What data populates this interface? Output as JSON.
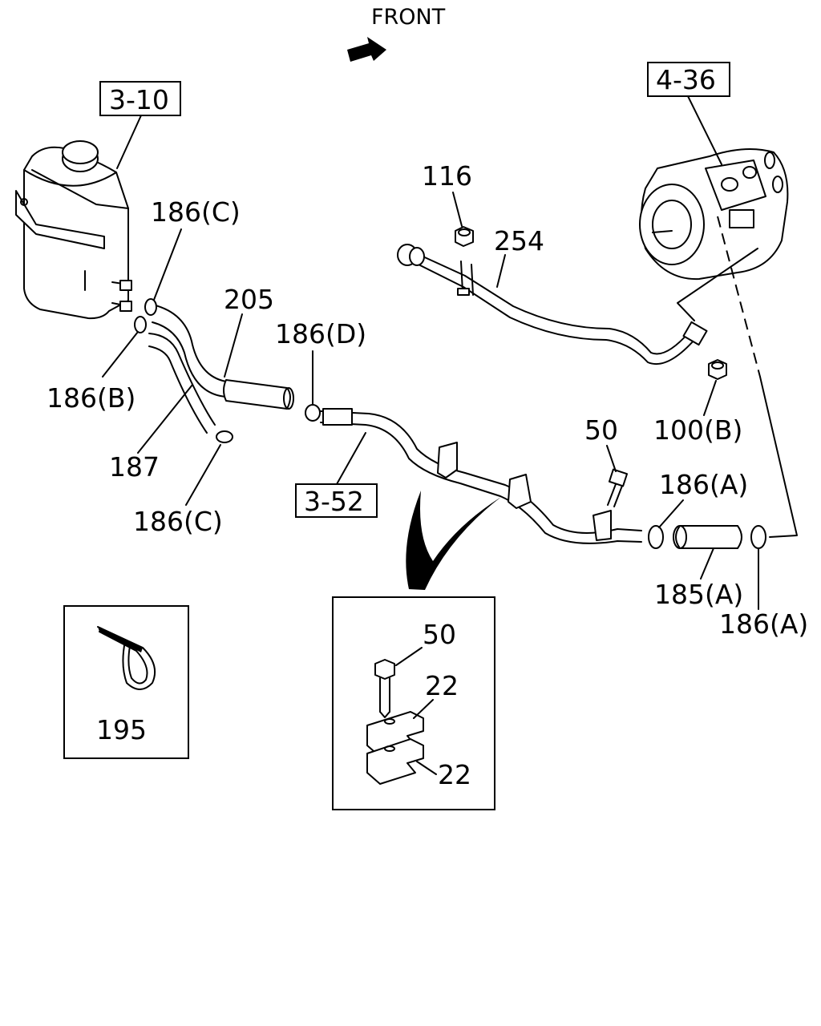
{
  "orientation": {
    "text": "FRONT",
    "arrow_icon": "front-arrow-icon"
  },
  "refs": {
    "reservoir": "3-10",
    "pump": "4-36",
    "pipe": "3-52"
  },
  "callouts": {
    "c116": "116",
    "c254": "254",
    "c186c_top": "186(C)",
    "c205": "205",
    "c186d": "186(D)",
    "c186b": "186(B)",
    "c187": "187",
    "c186c_bottom": "186(C)",
    "c100b": "100(B)",
    "c50_top": "50",
    "c186a_top": "186(A)",
    "c185a": "185(A)",
    "c186a_bottom": "186(A)",
    "c195": "195",
    "c50_inset": "50",
    "c22_upper": "22",
    "c22_lower": "22"
  },
  "icons": {
    "reservoir": "reservoir-tank-icon",
    "pump": "power-steering-pump-icon",
    "cable_tie": "cable-tie-icon",
    "bracket": "pipe-clamp-bracket-icon"
  }
}
